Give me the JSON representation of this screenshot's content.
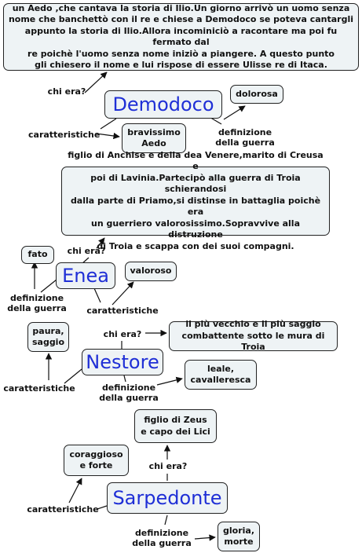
{
  "demodoco": {
    "title": "Demodoco",
    "chi_era": "un Aedo ,che cantava la storia di Ilio.Un giorno arrivò un uomo senza\nnome che banchettò con il re e chiese a Demodoco se poteva cantargli\nappunto la storia di Ilio.Allora incominiciò a racontare ma poi fu fermato dal\nre poichè l'uomo senza nome iniziò a piangere. A questo punto\ngli chiesero il nome e lui rispose di essere Ulisse re di Itaca.",
    "caratteristiche": "bravissimo\nAedo",
    "definizione": "dolorosa"
  },
  "enea": {
    "title": "Enea",
    "chi_era": "figlio di Anchise e della dea Venere,marito di Creusa e\npoi di Lavinia.Partecipò alla guerra di Troia schierandosi\ndalla parte di Priamo,si distinse in battaglia poichè era\nun guerriero valorosissimo.Sopravvive alla distruzione\ndi Troia e scappa con dei suoi compagni.",
    "caratteristiche": "valoroso",
    "definizione": "fato"
  },
  "nestore": {
    "title": "Nestore",
    "chi_era": "il più vecchio e il più saggio\ncombattente sotto le mura di Troia",
    "caratteristiche": "paura,\nsaggio",
    "definizione": "leale,\ncavalleresca"
  },
  "sarpedonte": {
    "title": "Sarpedonte",
    "chi_era": "figlio di Zeus\ne capo dei Lici",
    "caratteristiche": "coraggioso\ne forte",
    "definizione": "gloria,\nmorte"
  },
  "labels": {
    "chi_era": "chi era?",
    "caratteristiche": "caratteristiche",
    "caratteristiche_split": "carat teristiche",
    "definizione": "definizione\ndella guerra",
    "definizione_split": "definizione\ndella guerra"
  },
  "colors": {
    "concept_text": "#1f2fd6",
    "box_fill": "#eef3f5"
  }
}
